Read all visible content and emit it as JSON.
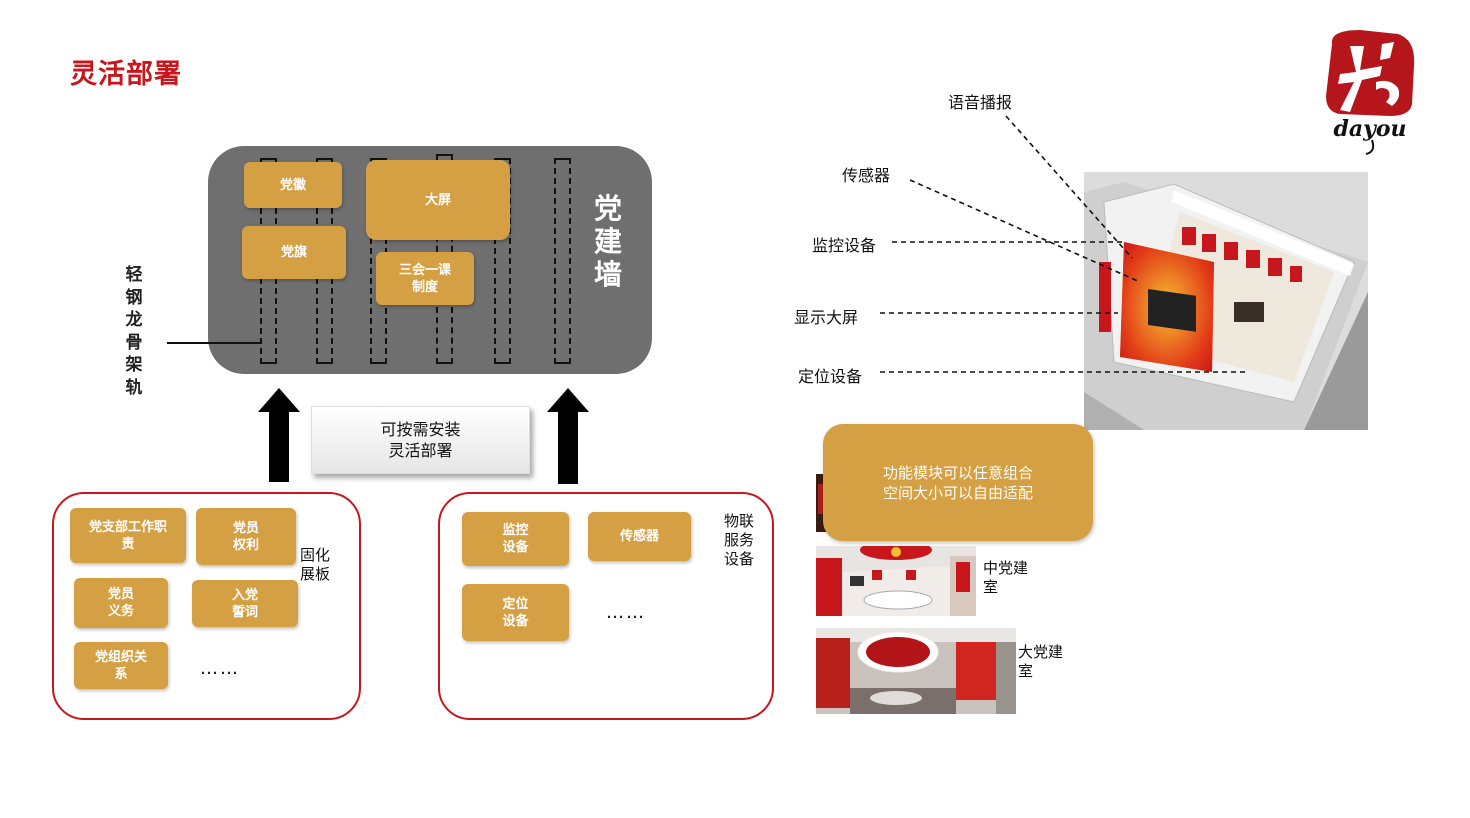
{
  "page_title": "灵活部署",
  "logo_text": "dayou",
  "wall": {
    "title": "党\n建\n墙",
    "modules": {
      "badge": "党徽",
      "flag": "党旗",
      "screen": "大屏",
      "system": "三会一课\n制度"
    }
  },
  "rail_label": "轻\n钢\n龙\n骨\n架\n轨",
  "callout": "可按需安装\n灵活部署",
  "fixed_panel": {
    "label": "固化\n展板",
    "items": [
      "党支部工作职\n责",
      "党员\n权利",
      "党员\n义务",
      "入党\n誓词",
      "党组织关\n系"
    ],
    "ellipsis": "……"
  },
  "iot": {
    "label": "物联\n服务\n设备",
    "items": [
      "监控\n设备",
      "传感器",
      "定位\n设备"
    ],
    "ellipsis": "……"
  },
  "annotations": [
    "语音播报",
    "传感器",
    "监控设备",
    "显示大屏",
    "定位设备"
  ],
  "feature_note": "功能模块可以任意组合\n空间大小可以自由适配",
  "rooms": {
    "medium": "中党建\n室",
    "large": "大党建\n室"
  },
  "colors": {
    "accent_red": "#c8161d",
    "module_gold": "#d59f43",
    "wall_gray": "#6f6f6f"
  }
}
